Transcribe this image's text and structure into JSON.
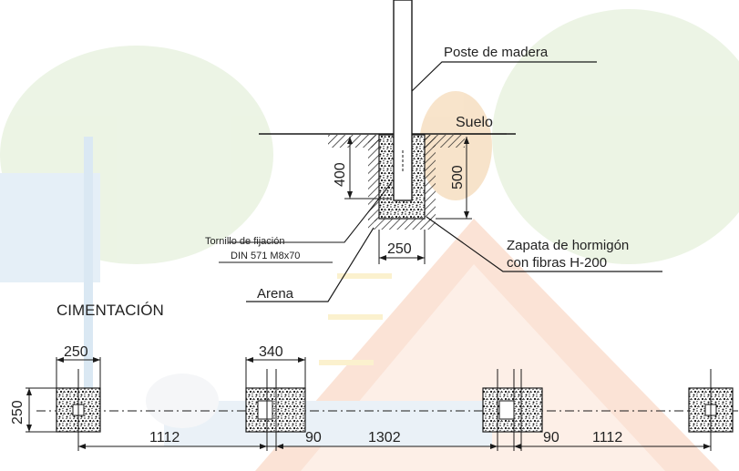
{
  "labels": {
    "post": "Poste de madera",
    "ground": "Suelo",
    "bolt_line1": "Tornillo de fijación",
    "bolt_line2": "DIN 571 M8x70",
    "footing_line1": "Zapata de hormigón",
    "footing_line2": "con fibras H-200",
    "sand": "Arena",
    "section_title": "CIMENTACIÓN"
  },
  "dims": {
    "depth_post": "400",
    "depth_footing": "500",
    "width_footing": "250",
    "plan_width_a": "250",
    "plan_width_b": "340",
    "plan_height": "250",
    "span_1": "1112",
    "span_2": "90",
    "span_3": "1302",
    "span_4": "90",
    "span_5": "1112"
  },
  "colors": {
    "line": "#1a1a1a",
    "bg_green": "#e6f0dc",
    "bg_roof": "#f6d3c0",
    "bg_yellow": "#f9edc4",
    "bg_blue": "#dde9f3"
  }
}
